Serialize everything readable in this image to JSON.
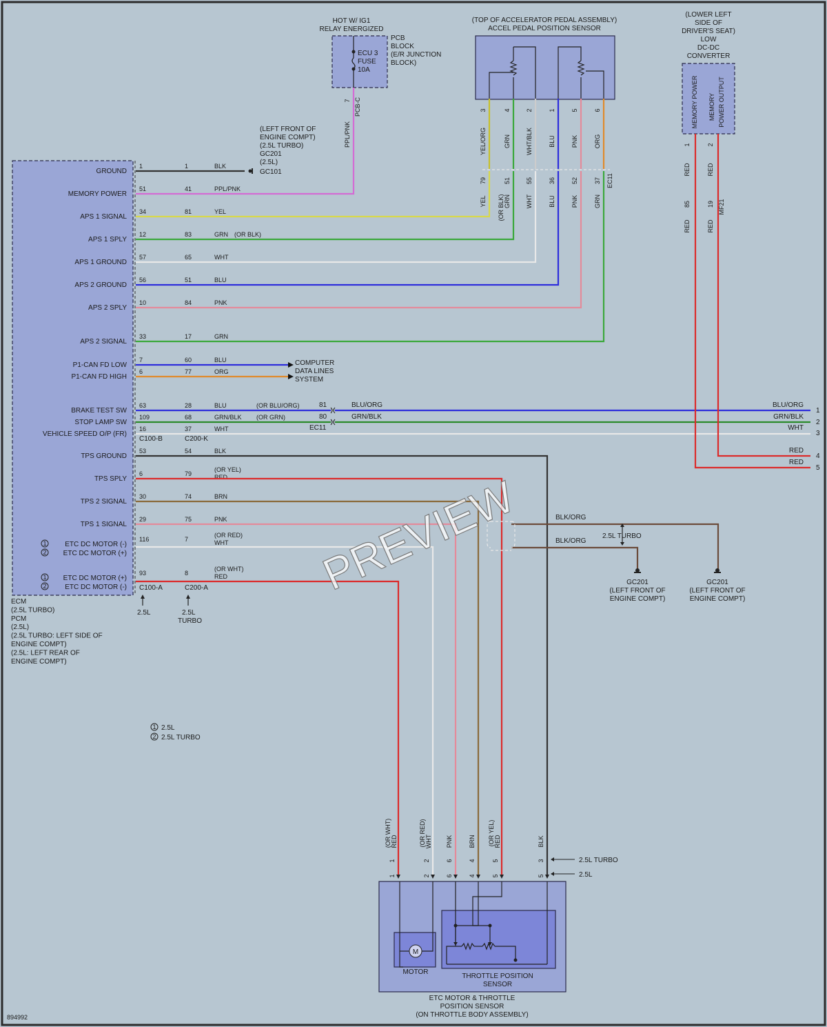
{
  "diagram": {
    "id_code": "894992",
    "watermark": "PREVIEW",
    "colors": {
      "BLK": "#333333",
      "PPL/PNK": "#d46bd4",
      "YEL": "#d8d84a",
      "GRN": "#3aa83a",
      "WHT": "#e8e8e8",
      "BLU": "#2d2ddc",
      "PNK": "#e48a9a",
      "ORG": "#e08a2a",
      "RED": "#dc2a2a",
      "BRN": "#8a6a3a",
      "BLK/ORG": "#6b4b3a",
      "BLU/ORG": "#2d2ddc",
      "GRN/BLK": "#2a8a2a",
      "YEL/ORG": "#c8c02a",
      "WHT/BLK": "#cccccc",
      "box": "#9aa6d6",
      "background": "#b7c6d1"
    },
    "relay": {
      "hot_label_line1": "HOT W/ IG1",
      "hot_label_line2": "RELAY ENERGIZED",
      "fuse_line1": "ECU 3",
      "fuse_line2": "FUSE",
      "fuse_line3": "10A",
      "pcb_line1": "PCB",
      "pcb_line2": "BLOCK",
      "pcb_line3": "(E/R JUNCTION",
      "pcb_line4": "BLOCK)",
      "pin": "7",
      "connector": "PCB-C",
      "wire": "PPL/PNK"
    },
    "apps": {
      "title_line1": "(TOP OF ACCELERATOR PEDAL ASSEMBLY)",
      "title_line2": "ACCEL PEDAL POSITION SENSOR",
      "pins": [
        "3",
        "4",
        "2",
        "1",
        "5",
        "6"
      ],
      "colors": [
        "YEL/ORG",
        "GRN",
        "WHT/BLK",
        "BLU",
        "PNK",
        "ORG"
      ],
      "ec_pins": [
        "79",
        "51",
        "55",
        "36",
        "52",
        "37"
      ],
      "ec_colors": [
        "YEL",
        "GRN",
        "WHT",
        "BLU",
        "PNK",
        "GRN"
      ],
      "or_blk": "(OR BLK)",
      "connector": "EC11"
    },
    "dcdc": {
      "title_line1": "(LOWER LEFT",
      "title_line2": "SIDE OF",
      "title_line3": "DRIVER'S SEAT)",
      "title_line4": "LOW",
      "title_line5": "DC-DC",
      "title_line6": "CONVERTER",
      "label_a": "MEMORY POWER",
      "label_b1": "MEMORY",
      "label_b2": "POWER OUTPUT",
      "pin_a": "1",
      "pin_b": "2",
      "color_a": "RED",
      "color_b": "RED",
      "mf_pin_a": "85",
      "mf_pin_b": "19",
      "connector": "MF21"
    },
    "ecm": {
      "caption": [
        "ECM",
        "(2.5L TURBO)",
        "PCM",
        "(2.5L)",
        "(2.5L TURBO: LEFT SIDE OF",
        "ENGINE COMPT)",
        "(2.5L: LEFT REAR OF",
        "ENGINE COMPT)"
      ],
      "connector_b_a": "C100-B",
      "connector_b_b": "C200-K",
      "connector_a_a": "C100-A",
      "connector_a_b": "C200-A",
      "note_25l": "2.5L",
      "note_turbo1": "2.5L",
      "note_turbo2": "TURBO"
    },
    "ground_ref": {
      "line1": "(LEFT FRONT OF",
      "line2": "ENGINE COMPT)",
      "line3": "(2.5L TURBO)",
      "line4": "GC201",
      "line5": "(2.5L)",
      "line6": "GC101"
    },
    "rows": [
      {
        "label": "GROUND",
        "p1": "1",
        "p2": "1",
        "color": "BLK",
        "extra": ""
      },
      {
        "label": "MEMORY POWER",
        "p1": "51",
        "p2": "41",
        "color": "PPL/PNK",
        "extra": ""
      },
      {
        "label": "APS 1 SIGNAL",
        "p1": "34",
        "p2": "81",
        "color": "YEL",
        "extra": ""
      },
      {
        "label": "APS 1 SPLY",
        "p1": "12",
        "p2": "83",
        "color": "GRN",
        "extra": "(OR BLK)"
      },
      {
        "label": "APS 1 GROUND",
        "p1": "57",
        "p2": "65",
        "color": "WHT",
        "extra": ""
      },
      {
        "label": "APS 2 GROUND",
        "p1": "56",
        "p2": "51",
        "color": "BLU",
        "extra": ""
      },
      {
        "label": "APS 2 SPLY",
        "p1": "10",
        "p2": "84",
        "color": "PNK",
        "extra": ""
      },
      {
        "label": "APS 2 SIGNAL",
        "p1": "33",
        "p2": "17",
        "color": "GRN",
        "extra": ""
      },
      {
        "label": "P1-CAN FD LOW",
        "p1": "7",
        "p2": "60",
        "color": "BLU",
        "extra": ""
      },
      {
        "label": "P1-CAN FD HIGH",
        "p1": "6",
        "p2": "77",
        "color": "ORG",
        "extra": ""
      },
      {
        "label": "BRAKE TEST SW",
        "p1": "63",
        "p2": "28",
        "color": "BLU",
        "extra": "(OR BLU/ORG)"
      },
      {
        "label": "STOP LAMP SW",
        "p1": "109",
        "p2": "68",
        "color": "GRN/BLK",
        "extra": "(OR GRN)"
      },
      {
        "label": "VEHICLE SPEED O/P (FR)",
        "p1": "16",
        "p2": "37",
        "color": "WHT",
        "extra": ""
      },
      {
        "label": "TPS GROUND",
        "p1": "53",
        "p2": "54",
        "color": "BLK",
        "extra": ""
      },
      {
        "label": "TPS SPLY",
        "p1": "6",
        "p2": "79",
        "color": "RED",
        "extra": "(OR YEL)"
      },
      {
        "label": "TPS 2 SIGNAL",
        "p1": "30",
        "p2": "74",
        "color": "BRN",
        "extra": ""
      },
      {
        "label": "TPS 1 SIGNAL",
        "p1": "29",
        "p2": "75",
        "color": "PNK",
        "extra": ""
      },
      {
        "label": "ETC DC MOTOR (-)",
        "p1": "116",
        "p2": "7",
        "color": "WHT",
        "extra": "(OR RED)"
      },
      {
        "label": "ETC DC MOTOR (+)",
        "p1": "",
        "p2": "",
        "color": "",
        "extra": ""
      },
      {
        "label": "ETC DC MOTOR (+)",
        "p1": "93",
        "p2": "8",
        "color": "RED",
        "extra": "(OR WHT)"
      },
      {
        "label": "ETC DC MOTOR (-)",
        "p1": "",
        "p2": "",
        "color": "",
        "extra": ""
      }
    ],
    "can": {
      "line1": "COMPUTER",
      "line2": "DATA LINES",
      "line3": "SYSTEM"
    },
    "ec11_right": {
      "pin_81": "81",
      "pin_80": "80",
      "connector": "EC11",
      "c1": "BLU/ORG",
      "c2": "GRN/BLK",
      "r1": "BLU/ORG",
      "r2": "GRN/BLK",
      "r3": "WHT",
      "r4": "RED",
      "r5": "RED",
      "n1": "1",
      "n2": "2",
      "n3": "3",
      "n4": "4",
      "n5": "5"
    },
    "shield": {
      "wire1": "BLK/ORG",
      "wire2": "BLK/ORG",
      "turbo": "2.5L TURBO",
      "g1_line1": "GC201",
      "g1_line2": "(LEFT FRONT OF",
      "g1_line3": "ENGINE COMPT)",
      "g2_line1": "GC201",
      "g2_line2": "(LEFT FRONT OF",
      "g2_line3": "ENGINE COMPT)"
    },
    "legend": {
      "n1": "1",
      "t1": "2.5L",
      "n2": "2",
      "t2": "2.5L TURBO"
    },
    "etc": {
      "pins": [
        "1",
        "2",
        "6",
        "4",
        "5",
        "3"
      ],
      "pins_b": [
        "1",
        "2",
        "6",
        "4",
        "5",
        "5"
      ],
      "colors": [
        "(OR WHT)",
        "(OR RED)",
        "PNK",
        "BRN",
        "(OR YEL)",
        "BLK"
      ],
      "colors2": [
        "RED",
        "WHT",
        "",
        "",
        "RED",
        ""
      ],
      "turbo_arrow": "2.5L TURBO",
      "l25_arrow": "2.5L",
      "motor_letter": "M",
      "motor": "MOTOR",
      "tps_line1": "THROTTLE POSITION",
      "tps_line2": "SENSOR",
      "caption_line1": "ETC MOTOR & THROTTLE",
      "caption_line2": "POSITION SENSOR",
      "caption_line3": "(ON THROTTLE BODY ASSEMBLY)"
    }
  }
}
